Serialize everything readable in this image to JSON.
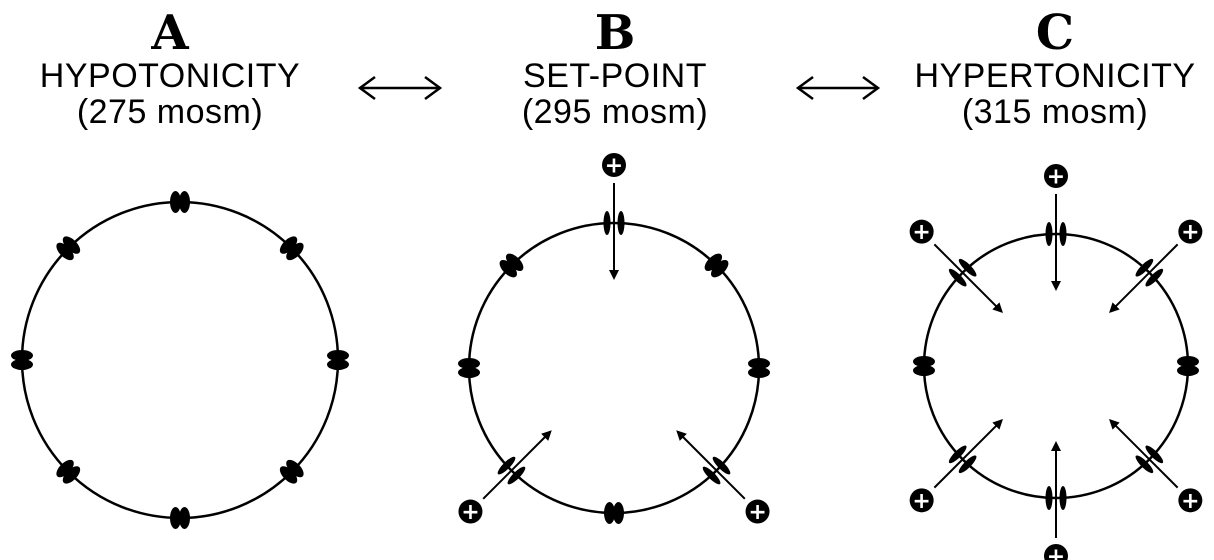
{
  "panels": [
    {
      "letter": "A",
      "title": "HYPOTONICITY",
      "osmolality": "(275  mosm)",
      "activated_channels": 0
    },
    {
      "letter": "B",
      "title": "SET-POINT",
      "osmolality": "(295  mosm)",
      "activated_channels": 3
    },
    {
      "letter": "C",
      "title": "HYPERTONICITY",
      "osmolality": "(315  mosm)",
      "activated_channels": 6
    }
  ],
  "symbols": {
    "plus": "+",
    "double_arrow": "left-right-arrow-icon"
  },
  "colors": {
    "ink": "#000000",
    "background": "#ffffff"
  }
}
